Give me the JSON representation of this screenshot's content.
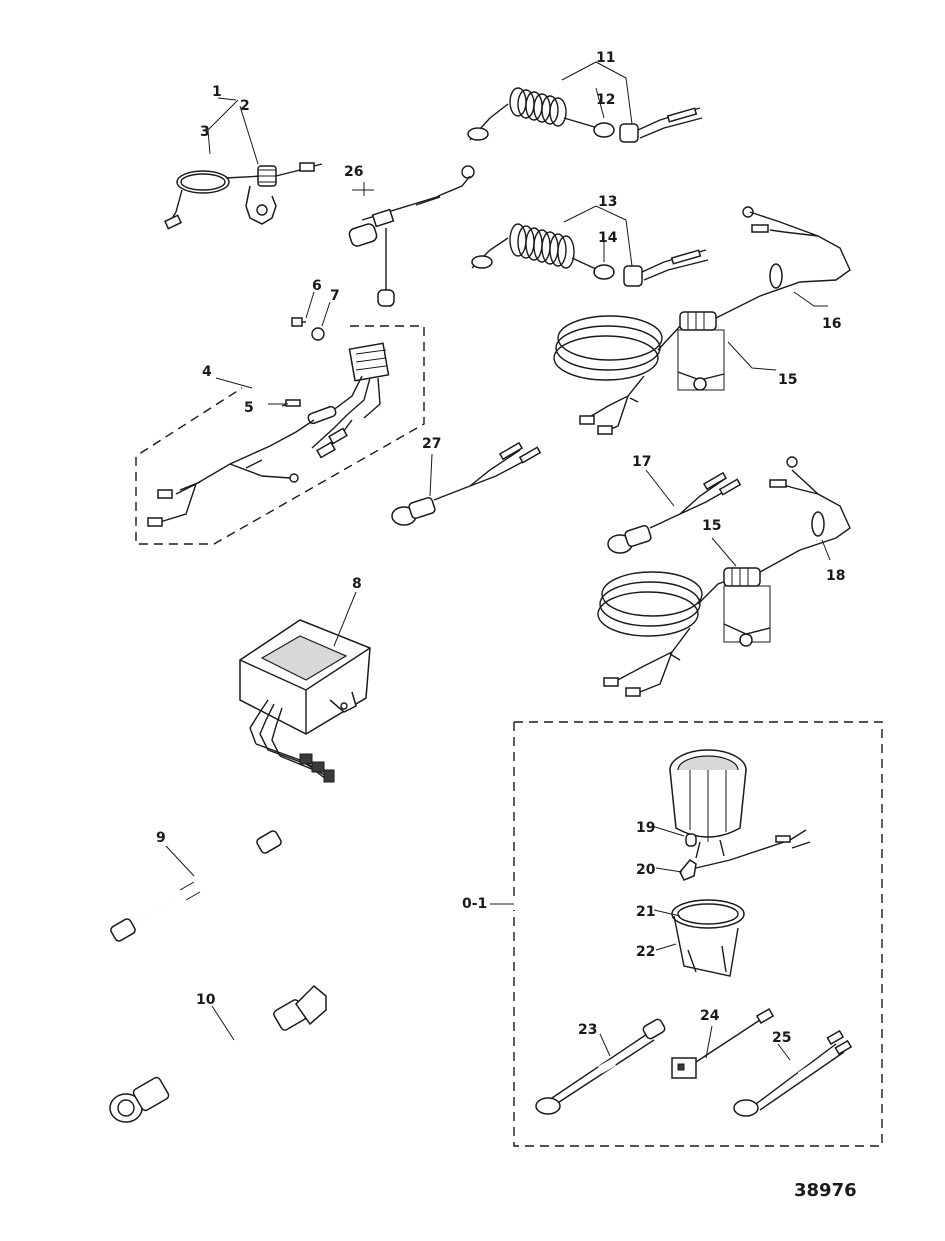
{
  "figure_number": "38976",
  "callouts": [
    {
      "id": "c1",
      "text": "1"
    },
    {
      "id": "c2",
      "text": "2"
    },
    {
      "id": "c3",
      "text": "3"
    },
    {
      "id": "c4",
      "text": "4"
    },
    {
      "id": "c5",
      "text": "5"
    },
    {
      "id": "c6",
      "text": "6"
    },
    {
      "id": "c7",
      "text": "7"
    },
    {
      "id": "c8",
      "text": "8"
    },
    {
      "id": "c9",
      "text": "9"
    },
    {
      "id": "c10",
      "text": "10"
    },
    {
      "id": "c11",
      "text": "11"
    },
    {
      "id": "c12",
      "text": "12"
    },
    {
      "id": "c13",
      "text": "13"
    },
    {
      "id": "c14",
      "text": "14"
    },
    {
      "id": "c15a",
      "text": "15"
    },
    {
      "id": "c15b",
      "text": "15"
    },
    {
      "id": "c16",
      "text": "16"
    },
    {
      "id": "c17",
      "text": "17"
    },
    {
      "id": "c18",
      "text": "18"
    },
    {
      "id": "c19",
      "text": "19"
    },
    {
      "id": "c20",
      "text": "20"
    },
    {
      "id": "c21",
      "text": "21"
    },
    {
      "id": "c22",
      "text": "22"
    },
    {
      "id": "c23",
      "text": "23"
    },
    {
      "id": "c24",
      "text": "24"
    },
    {
      "id": "c25",
      "text": "25"
    },
    {
      "id": "c26",
      "text": "26"
    },
    {
      "id": "c27",
      "text": "27"
    },
    {
      "id": "c01",
      "text": "0-1"
    }
  ]
}
